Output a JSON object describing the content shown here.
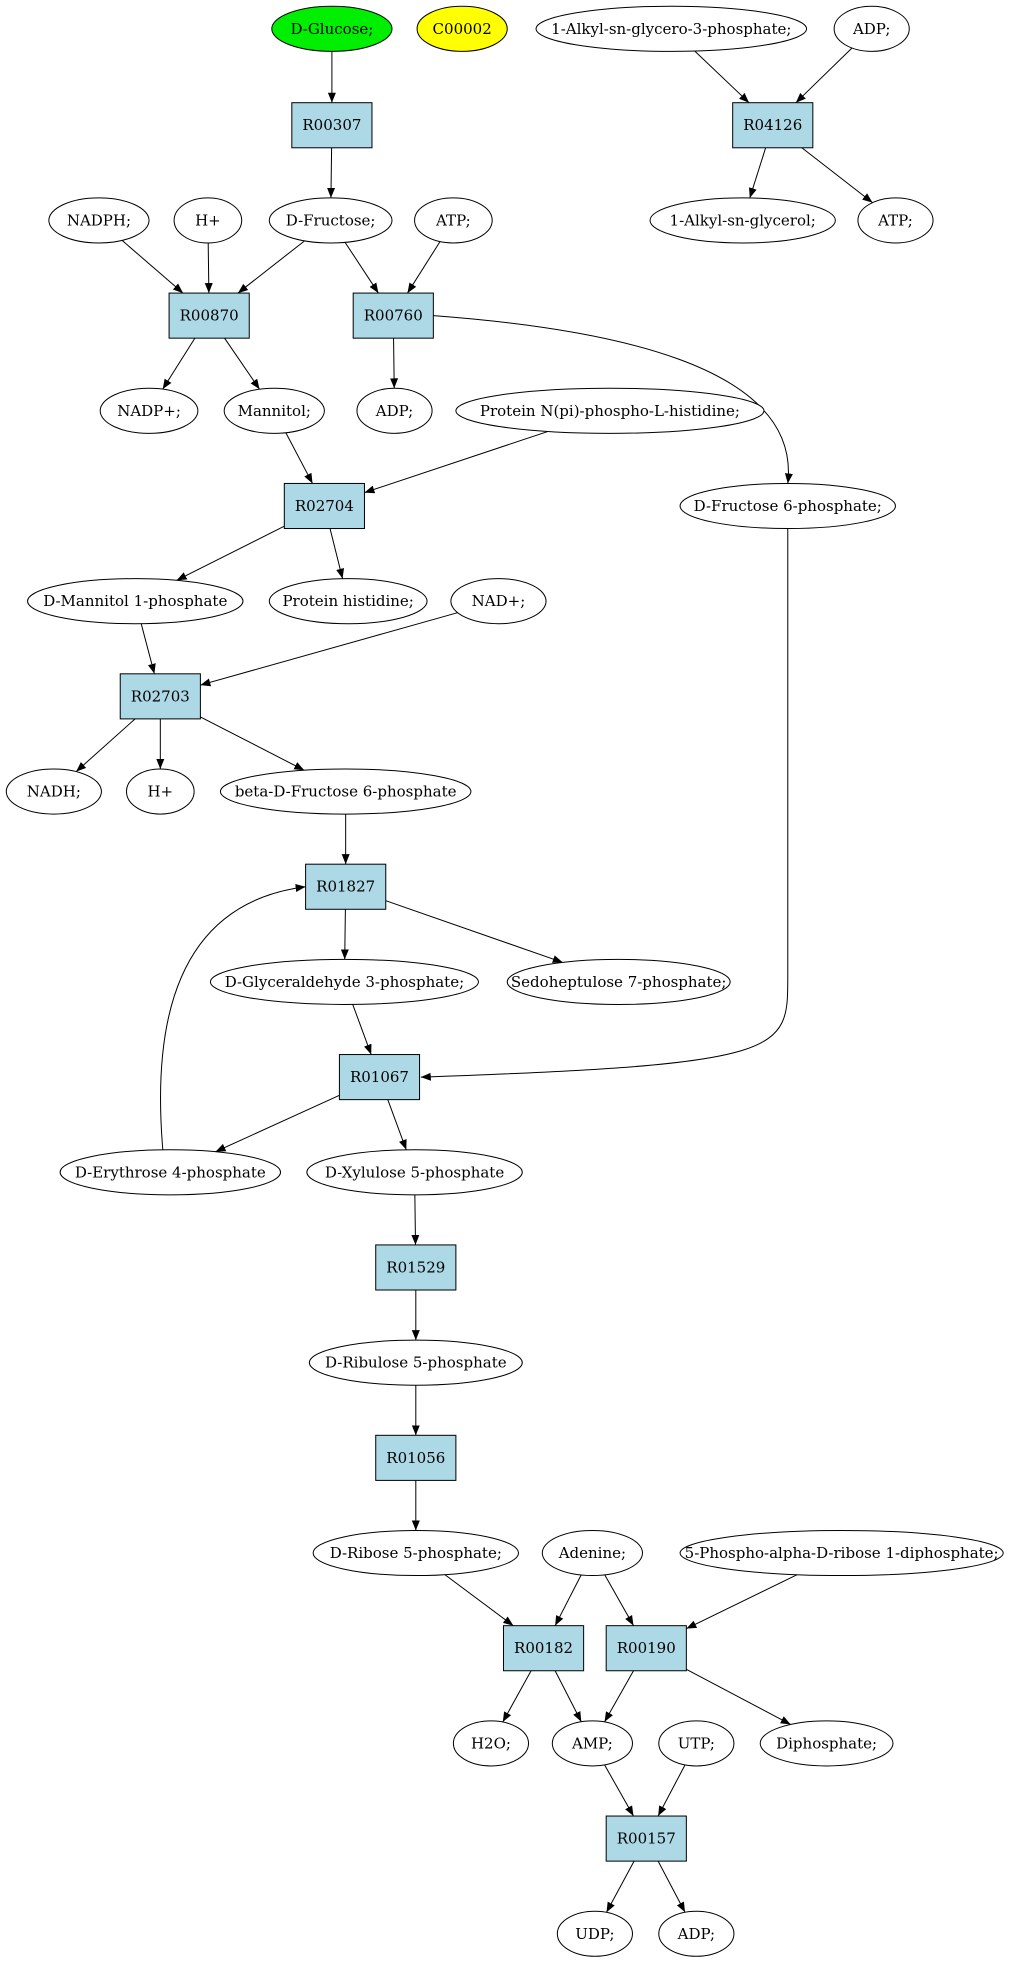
{
  "colors": {
    "reaction_fill": "#add8e6",
    "compound_fill": "#ffffff",
    "start_fill": "#00ee00",
    "highlight_fill": "#ffff00",
    "stroke": "#000000"
  },
  "nodes": [
    {
      "id": "dglucose",
      "label": "D-Glucose;",
      "shape": "ellipse",
      "fill": "start"
    },
    {
      "id": "c00002",
      "label": "C00002",
      "shape": "ellipse",
      "fill": "highlight"
    },
    {
      "id": "alkylg3p",
      "label": "1-Alkyl-sn-glycero-3-phosphate;",
      "shape": "ellipse"
    },
    {
      "id": "adp_top",
      "label": "ADP;",
      "shape": "ellipse"
    },
    {
      "id": "r00307",
      "label": "R00307",
      "shape": "box"
    },
    {
      "id": "r04126",
      "label": "R04126",
      "shape": "box"
    },
    {
      "id": "nadph",
      "label": "NADPH;",
      "shape": "ellipse"
    },
    {
      "id": "hplus1",
      "label": "H+",
      "shape": "ellipse"
    },
    {
      "id": "dfructose",
      "label": "D-Fructose;",
      "shape": "ellipse"
    },
    {
      "id": "atp1",
      "label": "ATP;",
      "shape": "ellipse"
    },
    {
      "id": "alkylglycerol",
      "label": "1-Alkyl-sn-glycerol;",
      "shape": "ellipse"
    },
    {
      "id": "atp2",
      "label": "ATP;",
      "shape": "ellipse"
    },
    {
      "id": "r00870",
      "label": "R00870",
      "shape": "box"
    },
    {
      "id": "r00760",
      "label": "R00760",
      "shape": "box"
    },
    {
      "id": "nadpplus",
      "label": "NADP+;",
      "shape": "ellipse"
    },
    {
      "id": "mannitol",
      "label": "Mannitol;",
      "shape": "ellipse"
    },
    {
      "id": "adp2",
      "label": "ADP;",
      "shape": "ellipse"
    },
    {
      "id": "protein_phospho",
      "label": "Protein N(pi)-phospho-L-histidine;",
      "shape": "ellipse"
    },
    {
      "id": "r02704",
      "label": "R02704",
      "shape": "box"
    },
    {
      "id": "dfructose6p",
      "label": "D-Fructose 6-phosphate;",
      "shape": "ellipse"
    },
    {
      "id": "dmannitol1p",
      "label": "D-Mannitol 1-phosphate",
      "shape": "ellipse"
    },
    {
      "id": "protein_histidine",
      "label": "Protein histidine;",
      "shape": "ellipse"
    },
    {
      "id": "nadplus",
      "label": "NAD+;",
      "shape": "ellipse"
    },
    {
      "id": "r02703",
      "label": "R02703",
      "shape": "box"
    },
    {
      "id": "nadh",
      "label": "NADH;",
      "shape": "ellipse"
    },
    {
      "id": "hplus2",
      "label": "H+",
      "shape": "ellipse"
    },
    {
      "id": "betadf6p",
      "label": "beta-D-Fructose 6-phosphate",
      "shape": "ellipse"
    },
    {
      "id": "r01827",
      "label": "R01827",
      "shape": "box"
    },
    {
      "id": "dga3p",
      "label": "D-Glyceraldehyde 3-phosphate;",
      "shape": "ellipse"
    },
    {
      "id": "sedo7p",
      "label": "Sedoheptulose 7-phosphate;",
      "shape": "ellipse"
    },
    {
      "id": "r01067",
      "label": "R01067",
      "shape": "box"
    },
    {
      "id": "derythrose4p",
      "label": "D-Erythrose 4-phosphate",
      "shape": "ellipse"
    },
    {
      "id": "dxylulose5p",
      "label": "D-Xylulose 5-phosphate",
      "shape": "ellipse"
    },
    {
      "id": "r01529",
      "label": "R01529",
      "shape": "box"
    },
    {
      "id": "dribulose5p",
      "label": "D-Ribulose 5-phosphate",
      "shape": "ellipse"
    },
    {
      "id": "r01056",
      "label": "R01056",
      "shape": "box"
    },
    {
      "id": "dribose5p",
      "label": "D-Ribose 5-phosphate;",
      "shape": "ellipse"
    },
    {
      "id": "adenine",
      "label": "Adenine;",
      "shape": "ellipse"
    },
    {
      "id": "prpp",
      "label": "5-Phospho-alpha-D-ribose 1-diphosphate;",
      "shape": "ellipse"
    },
    {
      "id": "r00182",
      "label": "R00182",
      "shape": "box"
    },
    {
      "id": "r00190",
      "label": "R00190",
      "shape": "box"
    },
    {
      "id": "h2o",
      "label": "H2O;",
      "shape": "ellipse"
    },
    {
      "id": "amp",
      "label": "AMP;",
      "shape": "ellipse"
    },
    {
      "id": "utp",
      "label": "UTP;",
      "shape": "ellipse"
    },
    {
      "id": "diphosphate",
      "label": "Diphosphate;",
      "shape": "ellipse"
    },
    {
      "id": "r00157",
      "label": "R00157",
      "shape": "box"
    },
    {
      "id": "udp",
      "label": "UDP;",
      "shape": "ellipse"
    },
    {
      "id": "adp3",
      "label": "ADP;",
      "shape": "ellipse"
    }
  ],
  "edges": [
    {
      "from": "dglucose",
      "to": "r00307"
    },
    {
      "from": "r00307",
      "to": "dfructose"
    },
    {
      "from": "alkylg3p",
      "to": "r04126"
    },
    {
      "from": "adp_top",
      "to": "r04126"
    },
    {
      "from": "r04126",
      "to": "alkylglycerol"
    },
    {
      "from": "r04126",
      "to": "atp2"
    },
    {
      "from": "nadph",
      "to": "r00870"
    },
    {
      "from": "hplus1",
      "to": "r00870"
    },
    {
      "from": "dfructose",
      "to": "r00870"
    },
    {
      "from": "dfructose",
      "to": "r00760"
    },
    {
      "from": "atp1",
      "to": "r00760"
    },
    {
      "from": "r00870",
      "to": "nadpplus"
    },
    {
      "from": "r00870",
      "to": "mannitol"
    },
    {
      "from": "r00760",
      "to": "adp2"
    },
    {
      "from": "r00760",
      "to": "dfructose6p"
    },
    {
      "from": "mannitol",
      "to": "r02704"
    },
    {
      "from": "protein_phospho",
      "to": "r02704"
    },
    {
      "from": "r02704",
      "to": "dmannitol1p"
    },
    {
      "from": "r02704",
      "to": "protein_histidine"
    },
    {
      "from": "dmannitol1p",
      "to": "r02703"
    },
    {
      "from": "nadplus",
      "to": "r02703"
    },
    {
      "from": "r02703",
      "to": "nadh"
    },
    {
      "from": "r02703",
      "to": "hplus2"
    },
    {
      "from": "r02703",
      "to": "betadf6p"
    },
    {
      "from": "betadf6p",
      "to": "r01827"
    },
    {
      "from": "r01827",
      "to": "dga3p"
    },
    {
      "from": "r01827",
      "to": "sedo7p"
    },
    {
      "from": "dga3p",
      "to": "r01067"
    },
    {
      "from": "dfructose6p",
      "to": "r01067"
    },
    {
      "from": "r01067",
      "to": "derythrose4p"
    },
    {
      "from": "r01067",
      "to": "dxylulose5p"
    },
    {
      "from": "derythrose4p",
      "to": "r01827"
    },
    {
      "from": "dxylulose5p",
      "to": "r01529"
    },
    {
      "from": "r01529",
      "to": "dribulose5p"
    },
    {
      "from": "dribulose5p",
      "to": "r01056"
    },
    {
      "from": "r01056",
      "to": "dribose5p"
    },
    {
      "from": "dribose5p",
      "to": "r00182"
    },
    {
      "from": "adenine",
      "to": "r00182"
    },
    {
      "from": "adenine",
      "to": "r00190"
    },
    {
      "from": "prpp",
      "to": "r00190"
    },
    {
      "from": "r00182",
      "to": "h2o"
    },
    {
      "from": "r00182",
      "to": "amp"
    },
    {
      "from": "r00190",
      "to": "amp"
    },
    {
      "from": "r00190",
      "to": "diphosphate"
    },
    {
      "from": "amp",
      "to": "r00157"
    },
    {
      "from": "utp",
      "to": "r00157"
    },
    {
      "from": "r00157",
      "to": "udp"
    },
    {
      "from": "r00157",
      "to": "adp3"
    }
  ]
}
